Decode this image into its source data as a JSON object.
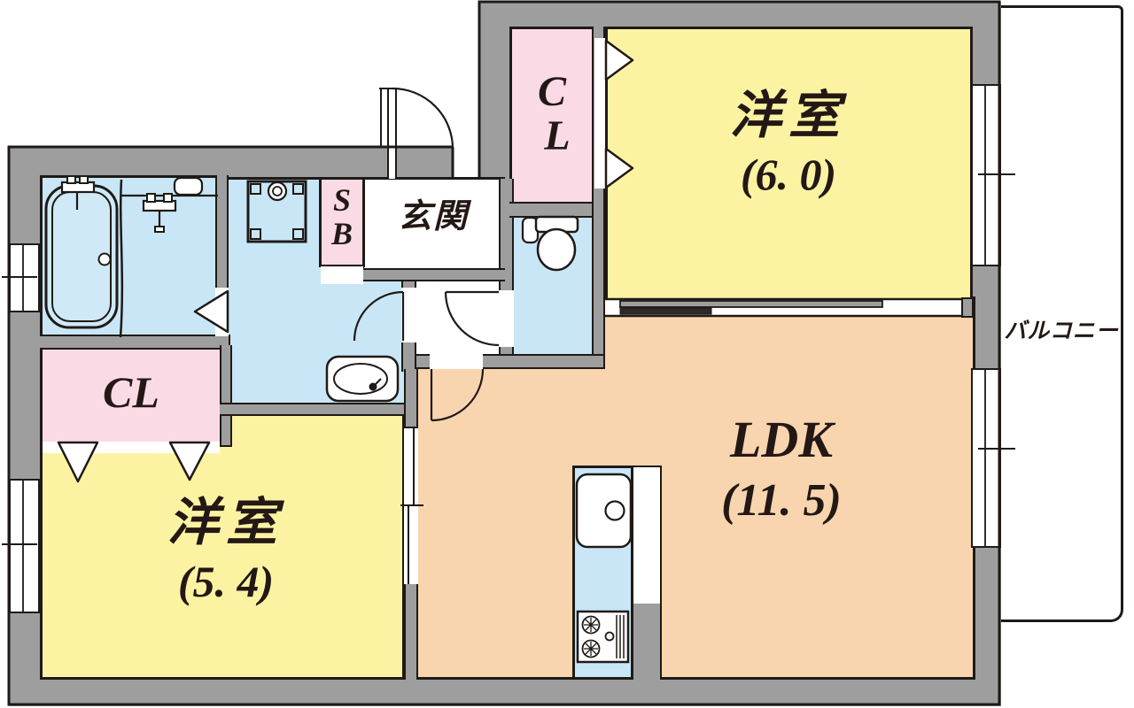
{
  "plan_type": "apartment-floorplan",
  "rooms": {
    "western_room_top": {
      "label": "洋室",
      "size_label": "(6. 0)"
    },
    "western_room_bottom": {
      "label": "洋室",
      "size_label": "(5. 4)"
    },
    "ldk": {
      "label": "LDK",
      "size_label": "(11. 5)"
    },
    "closet_top": {
      "char1": "C",
      "char2": "L"
    },
    "closet_bottom": {
      "label": "CL"
    },
    "shoe_box": {
      "char1": "S",
      "char2": "B"
    },
    "entrance": {
      "label": "玄関"
    },
    "balcony": {
      "label": "バルコニー"
    }
  },
  "fixtures": [
    "bathtub",
    "shower-mixer",
    "washing-machine-pan",
    "vanity-sink",
    "toilet",
    "kitchen-sink",
    "gas-stove"
  ],
  "colors": {
    "wall_gray": "#9e9e9e",
    "line_black": "#1f1a17",
    "room_yellow": "#fcf3a2",
    "room_orange": "#f8d5ae",
    "closet_pink": "#fadbe5",
    "wet_area_blue": "#c8e6f6",
    "text": "#231815"
  }
}
